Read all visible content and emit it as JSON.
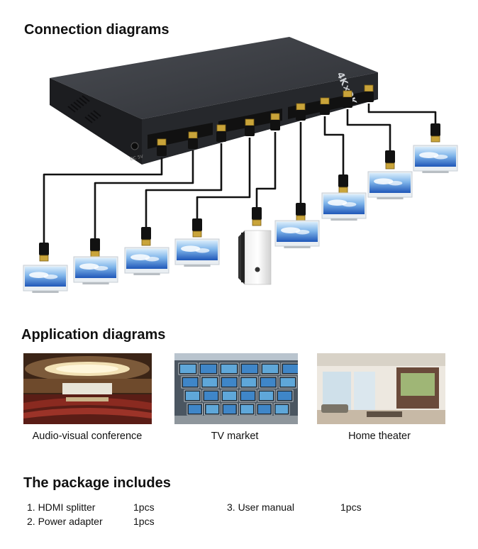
{
  "sections": {
    "connection_title": "Connection diagrams",
    "application_title": "Application diagrams",
    "package_title": "The package includes"
  },
  "device": {
    "model_label": "4K×2K",
    "port_label": "DC 5V"
  },
  "applications": [
    {
      "caption": "Audio-visual conference"
    },
    {
      "caption": "TV market"
    },
    {
      "caption": "Home theater"
    }
  ],
  "package": [
    {
      "item": "1. HDMI splitter",
      "qty": "1pcs"
    },
    {
      "item": "2. Power adapter",
      "qty": "1pcs"
    },
    {
      "item": "3. User manual",
      "qty": "1pcs"
    }
  ],
  "colors": {
    "device_top": "#3a3d42",
    "device_front": "#24262a",
    "screen_blue": "#2f6fd0",
    "sky_light": "#9cc8ef"
  }
}
